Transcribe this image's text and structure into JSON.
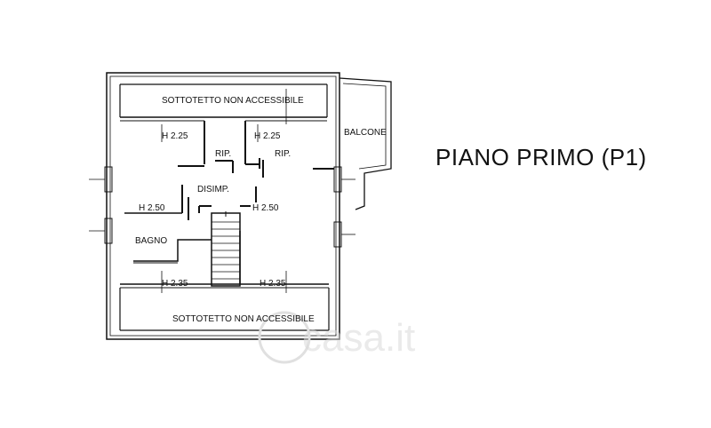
{
  "title": "PIANO PRIMO (P1)",
  "rooms": {
    "attic_top": "SOTTOTETTO NON ACCESSIBILE",
    "attic_bottom": "SOTTOTETTO NON ACCESSIBILE",
    "balcony": "BALCONE",
    "storage_left": "RIP.",
    "storage_right": "RIP.",
    "hallway": "DISIMP.",
    "bathroom": "BAGNO"
  },
  "heights": {
    "top_left": "H 2.25",
    "top_right": "H 2.25",
    "mid_left": "H 2.50",
    "mid_right": "H 2.50",
    "bottom_left": "H 2.35",
    "bottom_right": "H 2.35"
  },
  "watermark": "casa.it",
  "colors": {
    "line": "#111111",
    "watermark": "#d9d9d9"
  }
}
